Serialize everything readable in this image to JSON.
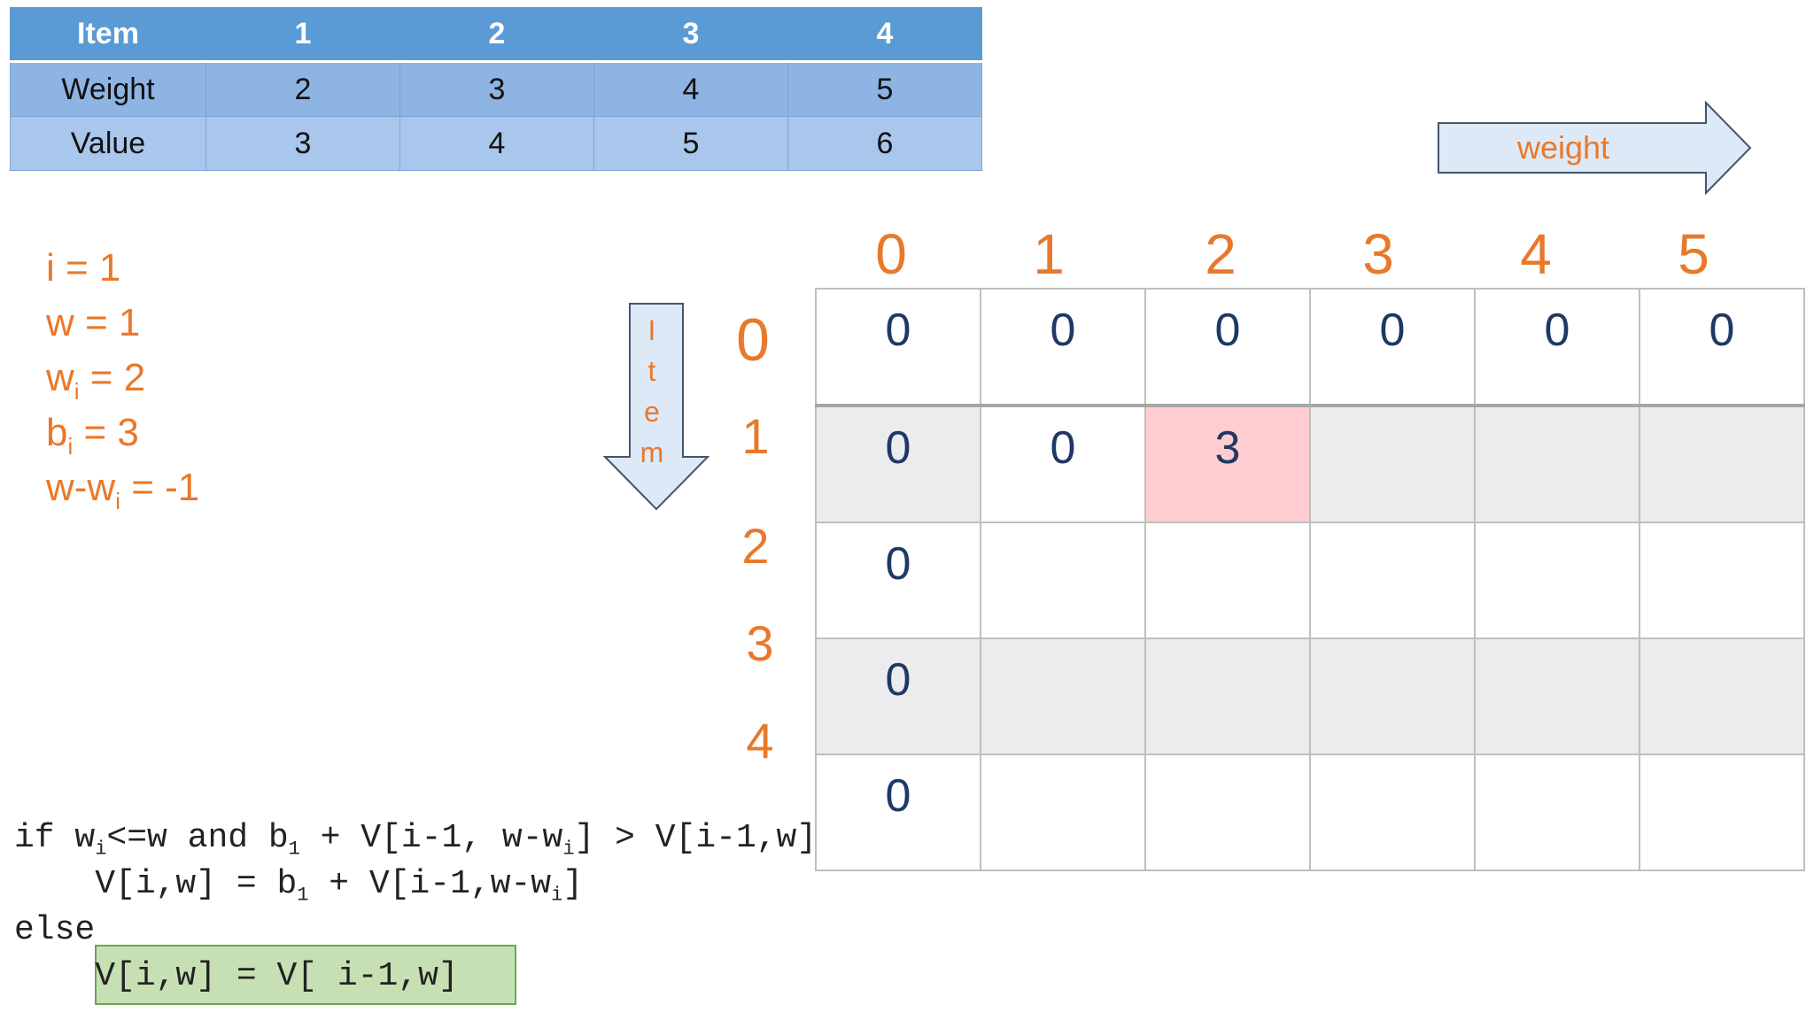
{
  "items_table": {
    "header": [
      "Item",
      "1",
      "2",
      "3",
      "4"
    ],
    "rows": [
      [
        "Weight",
        "2",
        "3",
        "4",
        "5"
      ],
      [
        "Value",
        "3",
        "4",
        "5",
        "6"
      ]
    ]
  },
  "weight_arrow": {
    "label": "weight"
  },
  "item_arrow": {
    "letters": [
      "I",
      "t",
      "e",
      "m"
    ]
  },
  "variables": {
    "i": "i = 1",
    "w": "w = 1",
    "wi_base": "w",
    "wi_sub": "i",
    "wi_value": " = 2",
    "bi_base": "b",
    "bi_sub": "i",
    "bi_value": " = 3",
    "diff_base": "w-w",
    "diff_sub": "i",
    "diff_value": " = -1"
  },
  "dp_grid": {
    "col_headers": [
      "0",
      "1",
      "2",
      "3",
      "4",
      "5"
    ],
    "row_headers": [
      "0",
      "1",
      "2",
      "3",
      "4"
    ],
    "cells": [
      [
        "0",
        "0",
        "0",
        "0",
        "0",
        "0"
      ],
      [
        "0",
        "0",
        "3",
        "",
        "",
        ""
      ],
      [
        "0",
        "",
        "",
        "",
        "",
        ""
      ],
      [
        "0",
        "",
        "",
        "",
        "",
        ""
      ],
      [
        "0",
        "",
        "",
        "",
        "",
        ""
      ]
    ],
    "highlight_color": "#ffcccf"
  },
  "code": {
    "l1_a": "if w",
    "l1_s1": "i",
    "l1_b": "<=w and b",
    "l1_s2": "1",
    "l1_c": " + V[i-1, w-w",
    "l1_s3": "i",
    "l1_d": "] > V[i-1,w]",
    "l2_a": "    V[i,w] = b",
    "l2_s1": "1",
    "l2_b": " + V[i-1,w-w",
    "l2_s2": "i",
    "l2_c": "]",
    "l3": "else",
    "l4": "    V[i,w] = V[ i-1,w]"
  },
  "colors": {
    "accent": "#e8792b",
    "header_blue": "#5b9bd5",
    "cell_text": "#1f3864",
    "else_box": "#c6e0b4"
  }
}
